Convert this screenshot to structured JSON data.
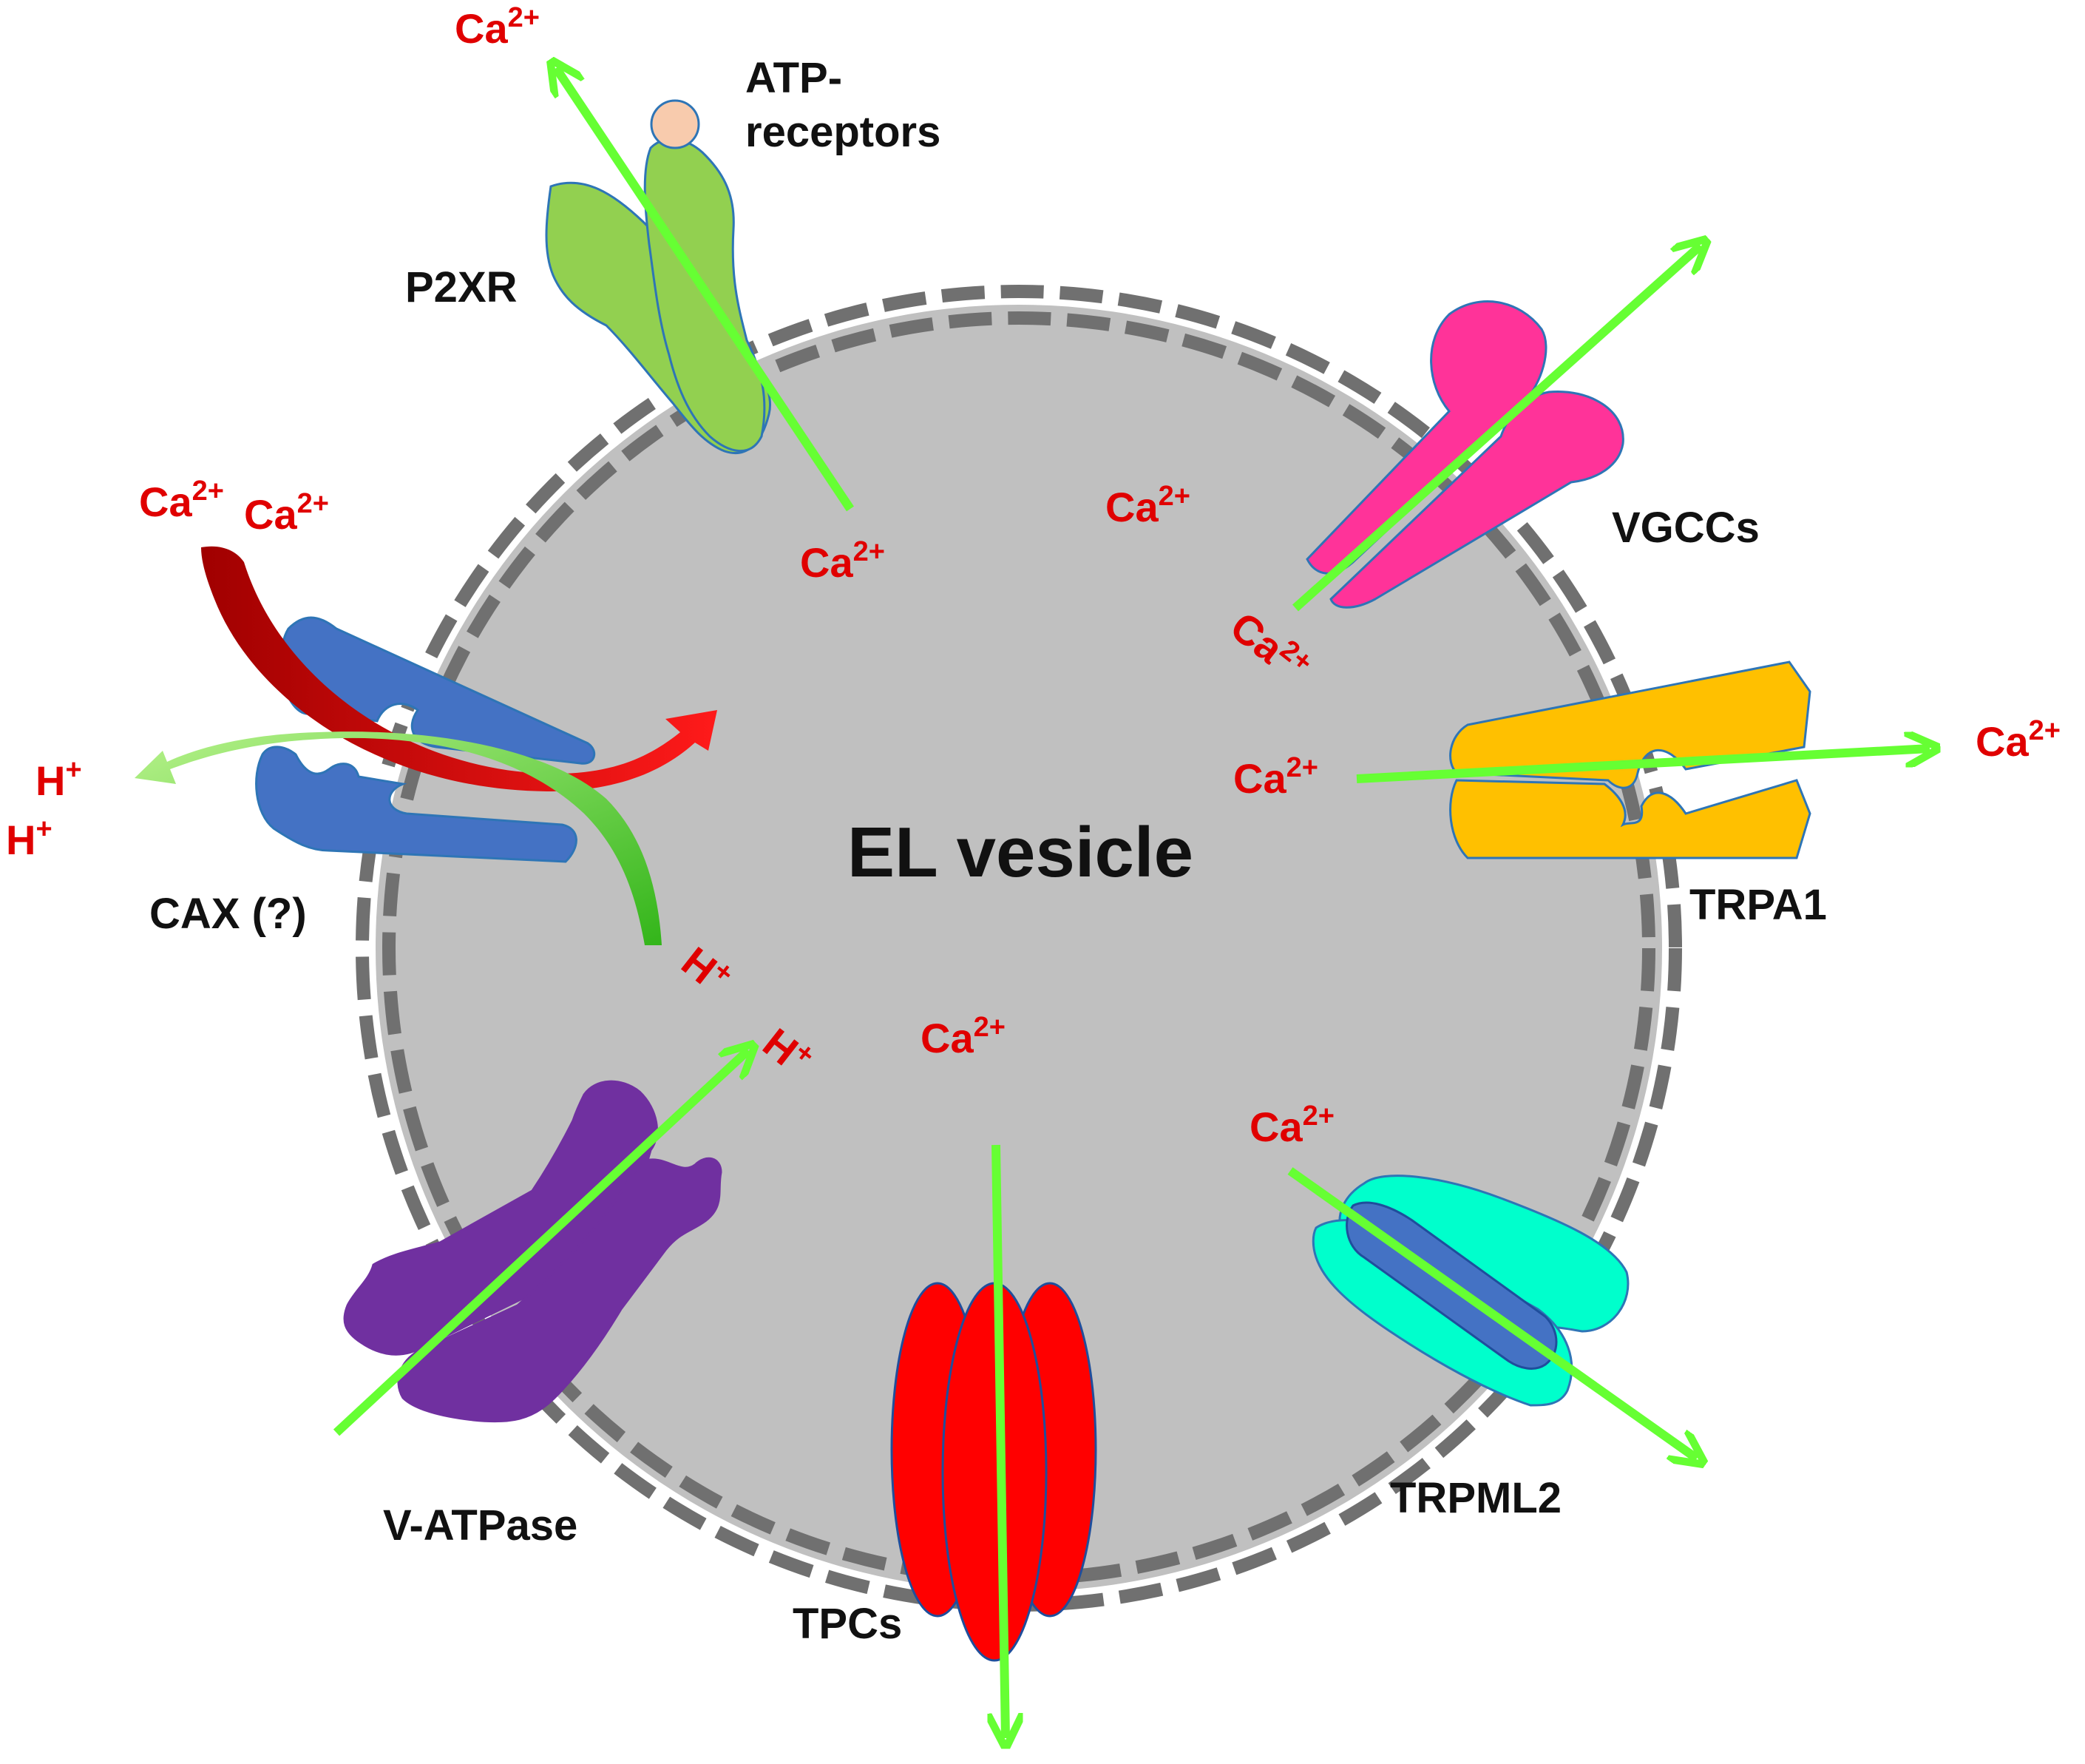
{
  "title": "EL vesicle",
  "ion": {
    "ca_base": "Ca",
    "ca_charge": "2+",
    "h_base": "H",
    "h_charge": "+"
  },
  "labels": {
    "atp_line1": "ATP-",
    "atp_line2": "receptors",
    "p2xr": "P2XR",
    "vgccs": "VGCCs",
    "trpa1": "TRPA1",
    "cax": "CAX (?)",
    "v_atpase": "V-ATPase",
    "tpcs": "TPCs",
    "trpml2": "TRPML2"
  },
  "colors": {
    "vesicle_fill": "#c0c0c0",
    "membrane_dash": "#707070",
    "flux_arrow": "#66ff33",
    "ion_text": "#e00000",
    "p2xr": "#92d050",
    "atp": "#f8cbad",
    "vgcc": "#ff3399",
    "trpa1": "#ffc000",
    "cax": "#4472c4",
    "v_atpase": "#7030a0",
    "tpc": "#ff0000",
    "trpml2_outer": "#00ffcc",
    "trpml2_inner": "#4472c4",
    "cax_calcium_arrow": "#c00000"
  }
}
